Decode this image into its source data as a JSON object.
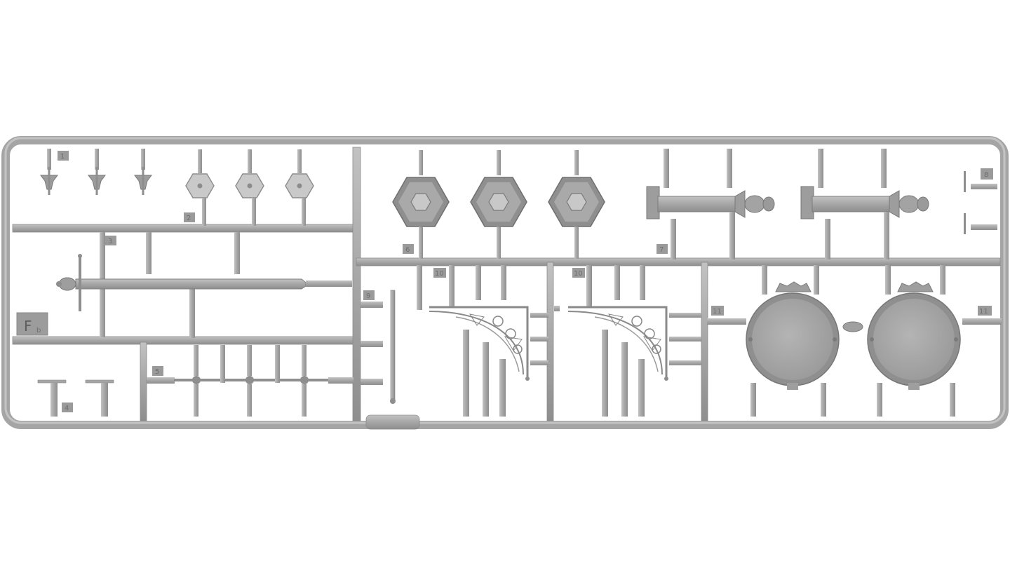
{
  "sprue": {
    "frame_letter": "F",
    "frame_sub": "b",
    "part_numbers": [
      "1",
      "2",
      "3",
      "4",
      "5",
      "6",
      "7",
      "8",
      "9",
      "10",
      "10",
      "11",
      "11"
    ]
  },
  "colors": {
    "plastic": "#a9a9a9",
    "plastic_dark": "#8c8c8c",
    "plastic_light": "#c4c4c4",
    "background": "#ffffff"
  }
}
